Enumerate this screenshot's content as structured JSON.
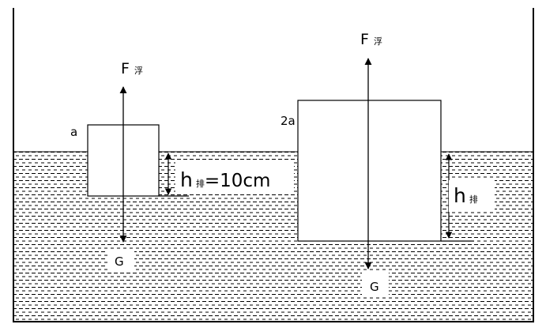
{
  "left": {
    "side_label": "a",
    "force_up": {
      "symbol": "F",
      "subscript": "浮"
    },
    "force_down": "G",
    "depth": {
      "symbol": "h",
      "subscript": "排",
      "value": "=10cm"
    }
  },
  "right": {
    "side_label": "2a",
    "force_up": {
      "symbol": "F",
      "subscript": "浮"
    },
    "force_down": "G",
    "depth": {
      "symbol": "h",
      "subscript": "排"
    }
  }
}
